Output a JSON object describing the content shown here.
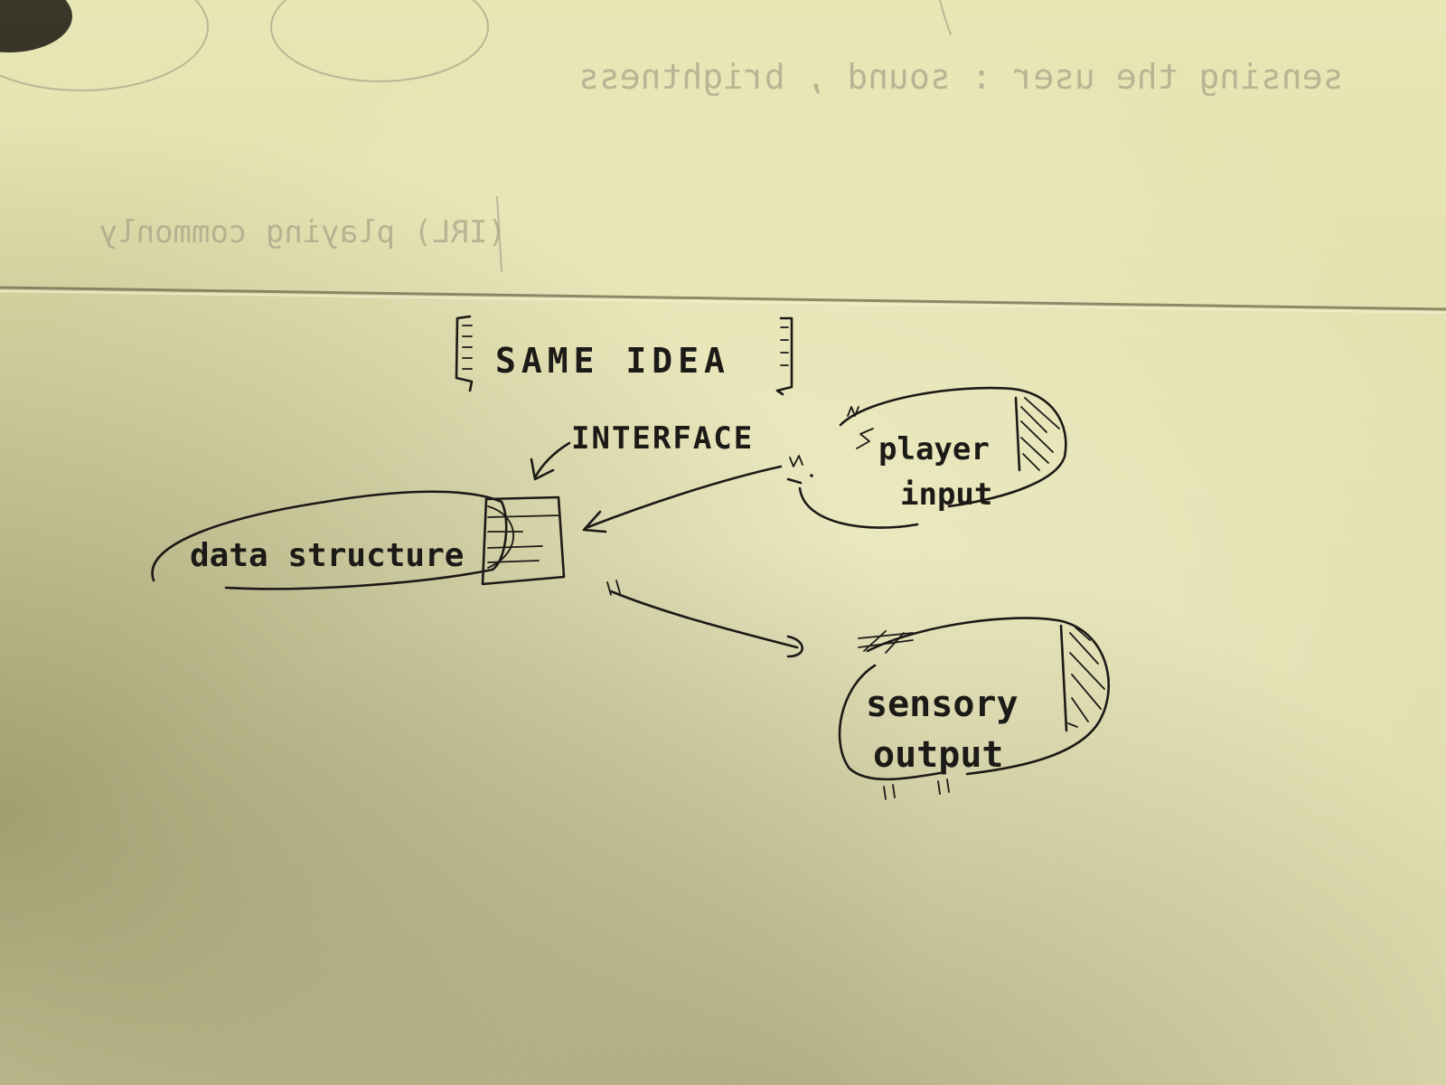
{
  "bleed_through": {
    "line_1": "sensing the user : sound , brightness",
    "line_2": "(IRL) playing commonly"
  },
  "heading": "SAME IDEA",
  "labels": {
    "interface": "INTERFACE",
    "data_structure": "data structure",
    "player_input_line1": "player",
    "player_input_line2": "input",
    "sensory_output_line1": "sensory",
    "sensory_output_line2": "output"
  },
  "colors": {
    "paper": "#e6e3b4",
    "ink": "#1b1a16",
    "ghost_ink": "#a8a88c"
  }
}
